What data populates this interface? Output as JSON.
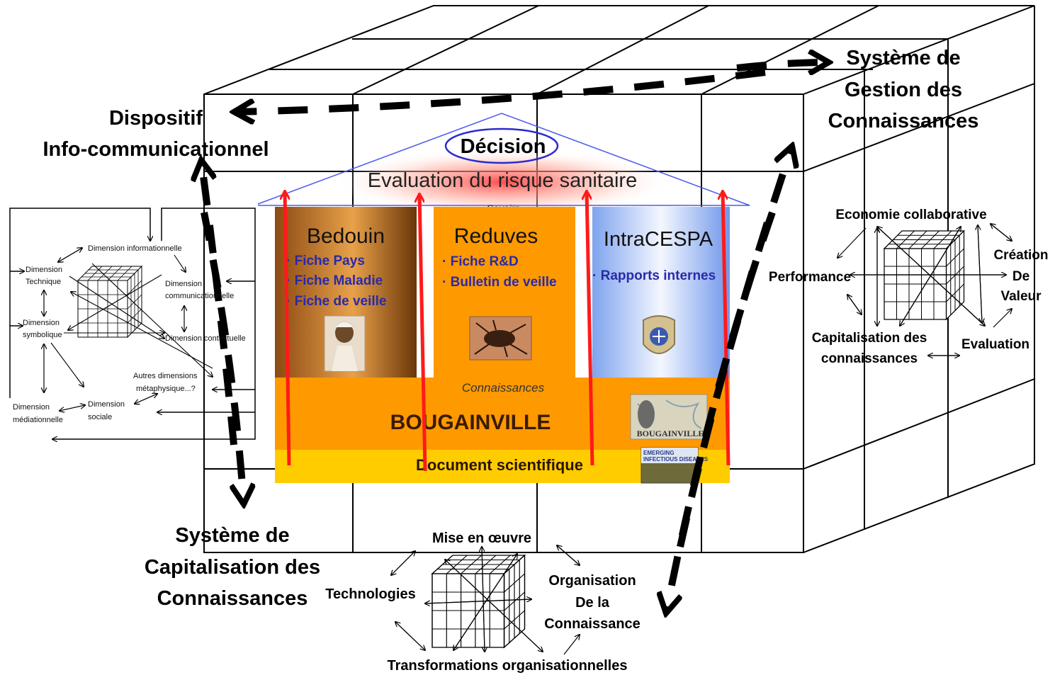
{
  "labels": {
    "dispositif": [
      "Dispositif",
      "Info-communicationnel"
    ],
    "sgc": [
      "Système de",
      "Gestion des",
      "Connaissances"
    ],
    "scc": [
      "Système de",
      "Capitalisation des",
      "Connaissances"
    ]
  },
  "house": {
    "decision": "Décision",
    "evaluation": "Evaluation du risque sanitaire",
    "savoirs": "Savoirs",
    "connaissances": "Connaissances",
    "bougainville": "BOUGAINVILLE",
    "document": "Document scientifique",
    "bedouin": {
      "title": "Bedouin",
      "items": [
        "· Fiche Pays",
        "· Fiche Maladie",
        "· Fiche de veille"
      ]
    },
    "reduves": {
      "title": "Reduves",
      "items": [
        "· Fiche R&D",
        "· Bulletin de veille"
      ]
    },
    "intracespa": {
      "title": "IntraCESPA",
      "items": [
        "· Rapports internes"
      ]
    },
    "thumb_bougainville": "BOUGAINVILLE",
    "thumb_eid": [
      "EMERGING",
      "INFECTIOUS DISEASES"
    ]
  },
  "left_diagram": {
    "informationnelle": "Dimension informationnelle",
    "technique": [
      "Dimension",
      "Technique"
    ],
    "communicationnelle": [
      "Dimension",
      "communicationnelle"
    ],
    "symbolique": [
      "Dimension",
      "symbolique"
    ],
    "contextuelle": "Dimension contextuelle",
    "autres": [
      "Autres dimensions",
      "métaphysique...?"
    ],
    "sociale": [
      "Dimension",
      "sociale"
    ],
    "mediationnelle": [
      "Dimension",
      "médiationnelle"
    ]
  },
  "right_diagram": {
    "economie": "Economie collaborative",
    "performance": "Performance",
    "creation": [
      "Création",
      "De",
      "Valeur"
    ],
    "capitalisation": [
      "Capitalisation des",
      "connaissances"
    ],
    "evaluation": "Evaluation"
  },
  "bottom_diagram": {
    "mise": "Mise en œuvre",
    "technologies": "Technologies",
    "organisation": [
      "Organisation",
      "De la",
      "Connaissance"
    ],
    "transformations": "Transformations organisationnelles"
  },
  "colors": {
    "arrow_red": "#ff1a1a",
    "box_orange": "#ff9900",
    "doc_yellow": "#ffcc00",
    "text_blue": "#2a2aa8",
    "roof_blue": "#4a5af0"
  }
}
